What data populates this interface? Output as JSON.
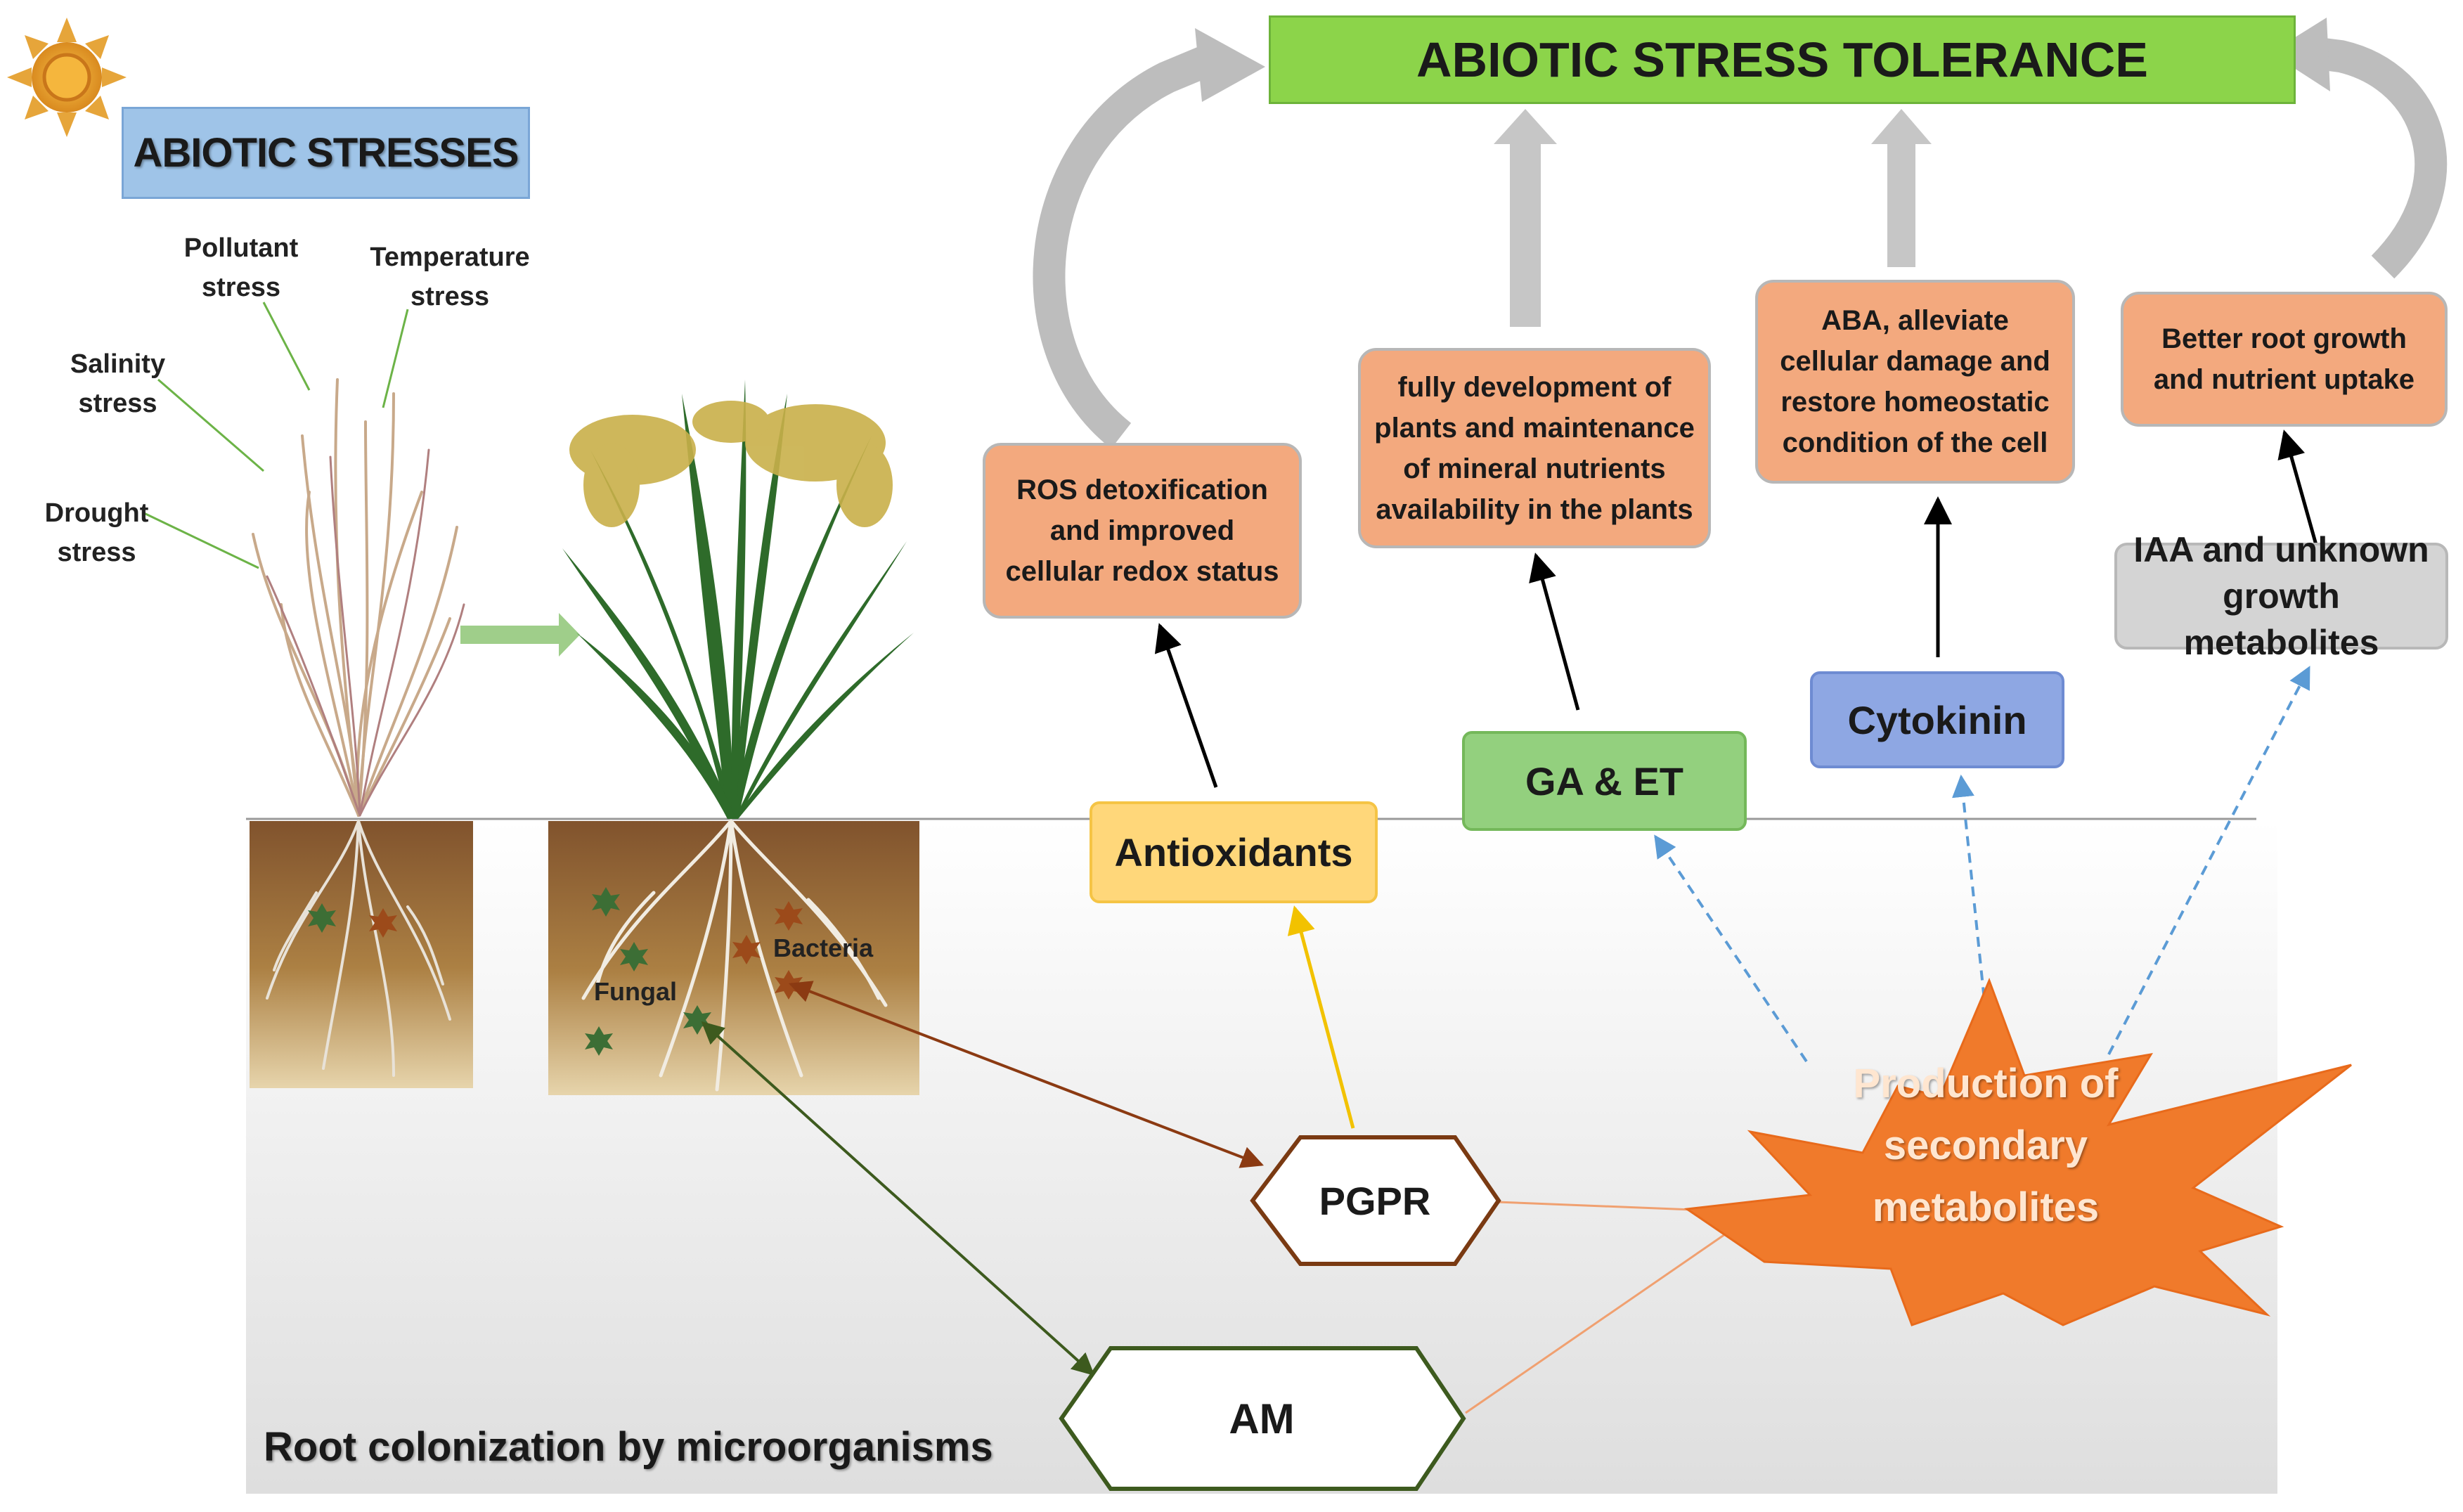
{
  "title_left": "ABIOTIC STRESSES",
  "title_top": "ABIOTIC STRESS TOLERANCE",
  "stresses": {
    "pollutant": "Pollutant\nstress",
    "temperature": "Temperature\nstress",
    "salinity": "Salinity\nstress",
    "drought": "Drought\nstress"
  },
  "microbes": {
    "fungal": "Fungal",
    "bacteria": "Bacteria"
  },
  "outcomes": {
    "ros": "ROS detoxification and improved cellular redox status",
    "fully": "fully development of plants and maintenance of mineral nutrients availability in the plants",
    "aba": "ABA, alleviate cellular damage and restore homeostatic condition of the cell",
    "root": "Better root growth and nutrient uptake"
  },
  "mediators": {
    "antioxidants": "Antioxidants",
    "ga_et": "GA & ET",
    "cytokinin": "Cytokinin",
    "iaa": "IAA and unknown growth metabolites"
  },
  "organisms": {
    "pgpr": "PGPR",
    "am": "AM"
  },
  "secondary": "Production of secondary metabolites",
  "root_caption": "Root colonization by microorganisms",
  "colors": {
    "orange_box": "#f3a97e",
    "green_bar": "#8cd44a",
    "blue_box": "#9fc4e8",
    "antioxidant_box": "#ffd77a",
    "ga_box": "#93d07e",
    "cytokinin_box": "#8ea7e3",
    "iaa_box": "#d4d4d4",
    "starburst": "#f07a2b",
    "pgpr_border": "#7a3a12",
    "am_border": "#3d5a1e"
  }
}
